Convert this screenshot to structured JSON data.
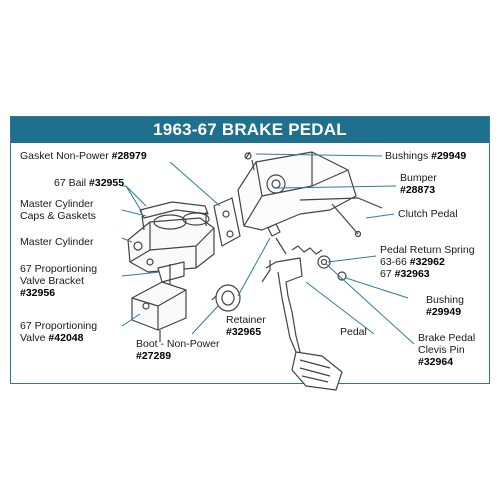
{
  "title": "1963-67 BRAKE PEDAL",
  "colors": {
    "frame": "#1f6f8f",
    "leader": "#2f7ba0",
    "part": "#444444"
  },
  "labels": {
    "gasket": {
      "text": "Gasket Non-Power",
      "num": "#28979"
    },
    "bail": {
      "text": "67 Bail",
      "num": "#32955"
    },
    "mc_caps_1": "Master Cylinder",
    "mc_caps_2": "Caps & Gaskets",
    "master_cylinder": "Master Cylinder",
    "prop_bracket_1": "67 Proportioning",
    "prop_bracket_2": "Valve Bracket",
    "prop_bracket_num": "#32956",
    "prop_valve_1": "67 Proportioning",
    "prop_valve_2": {
      "text": "Valve",
      "num": "#42048"
    },
    "boot_1": "Boot - Non-Power",
    "boot_num": "#27289",
    "retainer_1": "Retainer",
    "retainer_num": "#32965",
    "bushings": {
      "text": "Bushings",
      "num": "#29949"
    },
    "bumper_1": "Bumper",
    "bumper_num": "#28873",
    "clutch_pedal": "Clutch Pedal",
    "return_spring_1": "Pedal Return Spring",
    "return_spring_2": {
      "text": "63-66",
      "num": "#32962"
    },
    "return_spring_3": {
      "text": "67",
      "num": "#32963"
    },
    "bushing_1": "Bushing",
    "bushing_num": "#29949",
    "pedal": "Pedal",
    "clevis_1": "Brake Pedal",
    "clevis_2": "Clevis Pin",
    "clevis_num": "#32964"
  }
}
